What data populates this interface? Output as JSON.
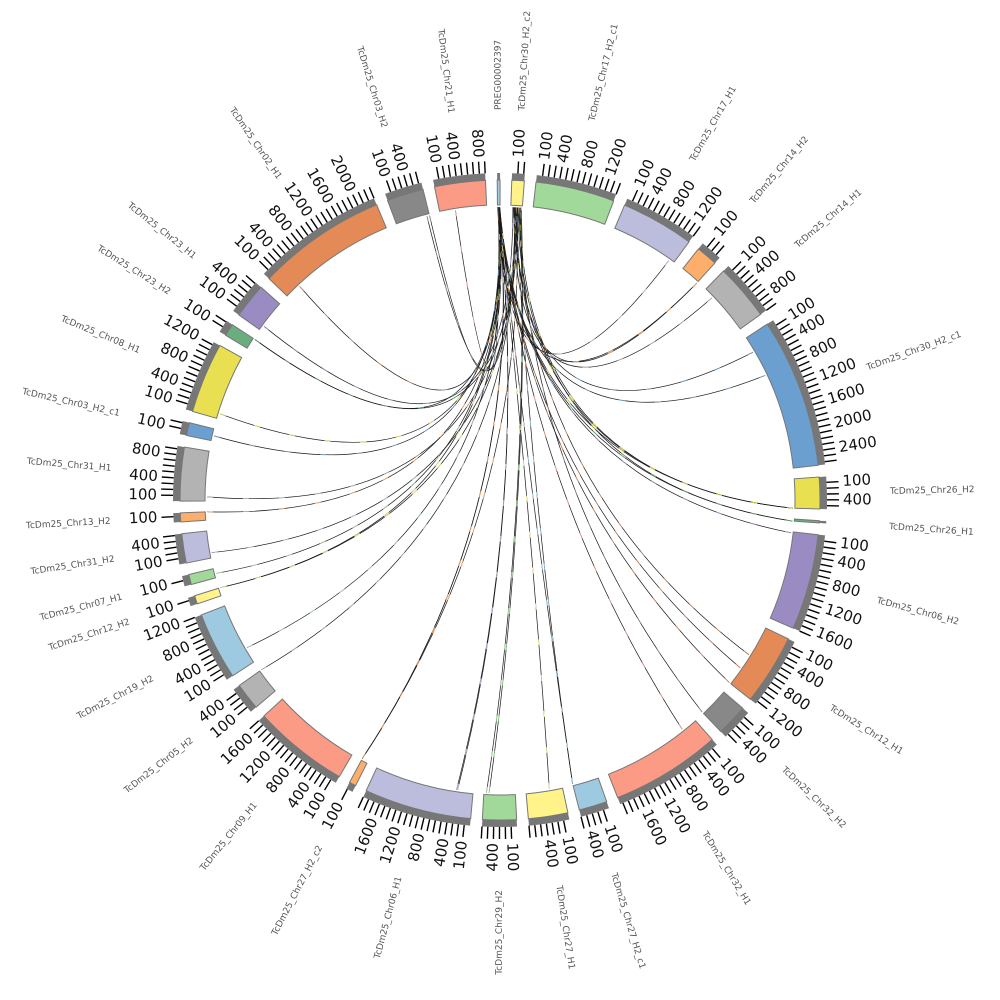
{
  "chart_data": {
    "type": "circos",
    "title": "",
    "tick_step": 100,
    "segments": [
      {
        "name": "PREG00002397",
        "length": 50,
        "color": "#9ecae1"
      },
      {
        "name": "TcDm25_Chr30_H2_c2",
        "length": 220,
        "color": "#fff38a"
      },
      {
        "name": "TcDm25_Chr17_H2_c1",
        "length": 1400,
        "color": "#a1d99b"
      },
      {
        "name": "TcDm25_Chr17_H1",
        "length": 1300,
        "color": "#bcbddc"
      },
      {
        "name": "TcDm25_Chr14_H2",
        "length": 380,
        "color": "#fdae6b"
      },
      {
        "name": "TcDm25_Chr14_H1",
        "length": 1000,
        "color": "#b3b3b3"
      },
      {
        "name": "TcDm25_Chr30_H2_c1",
        "length": 2650,
        "color": "#6a9fcf"
      },
      {
        "name": "TcDm25_Chr26_H2",
        "length": 560,
        "color": "#e8e050"
      },
      {
        "name": "TcDm25_Chr26_H1",
        "length": 40,
        "color": "#6aae7f"
      },
      {
        "name": "TcDm25_Chr06_H2",
        "length": 1700,
        "color": "#9a8cc2"
      },
      {
        "name": "TcDm25_Chr12_H1",
        "length": 1250,
        "color": "#e48a56"
      },
      {
        "name": "TcDm25_Chr32_H2",
        "length": 560,
        "color": "#888888"
      },
      {
        "name": "TcDm25_Chr32_H1",
        "length": 1950,
        "color": "#fb9a85"
      },
      {
        "name": "TcDm25_Chr27_H2_c1",
        "length": 500,
        "color": "#9ecae1"
      },
      {
        "name": "TcDm25_Chr27_H1",
        "length": 700,
        "color": "#fff38a"
      },
      {
        "name": "TcDm25_Chr29_H2",
        "length": 600,
        "color": "#a1d99b"
      },
      {
        "name": "TcDm25_Chr06_H1",
        "length": 1900,
        "color": "#bcbddc"
      },
      {
        "name": "TcDm25_Chr27_H2_c2",
        "length": 120,
        "color": "#fdae6b"
      },
      {
        "name": "TcDm25_Chr09_H1",
        "length": 1700,
        "color": "#fb9a85"
      },
      {
        "name": "TcDm25_Chr05_H2",
        "length": 480,
        "color": "#b3b3b3"
      },
      {
        "name": "TcDm25_Chr19_H2",
        "length": 1200,
        "color": "#9ecae1"
      },
      {
        "name": "TcDm25_Chr12_H2",
        "length": 150,
        "color": "#fff38a"
      },
      {
        "name": "TcDm25_Chr07_H1",
        "length": 180,
        "color": "#a1d99b"
      },
      {
        "name": "TcDm25_Chr31_H2",
        "length": 520,
        "color": "#bcbddc"
      },
      {
        "name": "TcDm25_Chr13_H2",
        "length": 160,
        "color": "#fdae6b"
      },
      {
        "name": "TcDm25_Chr31_H1",
        "length": 950,
        "color": "#b3b3b3"
      },
      {
        "name": "TcDm25_Chr03_H2_c1",
        "length": 230,
        "color": "#6a9fcf"
      },
      {
        "name": "TcDm25_Chr08_H1",
        "length": 1250,
        "color": "#e8e050"
      },
      {
        "name": "TcDm25_Chr23_H2",
        "length": 220,
        "color": "#6aae7f"
      },
      {
        "name": "TcDm25_Chr23_H1",
        "length": 620,
        "color": "#9a8cc2"
      },
      {
        "name": "TcDm25_Chr02_H1",
        "length": 2300,
        "color": "#e48a56"
      },
      {
        "name": "TcDm25_Chr03_H2",
        "length": 650,
        "color": "#888888"
      },
      {
        "name": "TcDm25_Chr21_H1",
        "length": 900,
        "color": "#fb9a85"
      }
    ],
    "links": [
      [
        31,
        1800,
        0,
        20
      ],
      [
        31,
        600,
        1,
        100
      ],
      [
        32,
        300,
        0,
        30
      ],
      [
        30,
        300,
        0,
        25
      ],
      [
        29,
        100,
        1,
        40
      ],
      [
        28,
        900,
        0,
        15
      ],
      [
        28,
        300,
        1,
        150
      ],
      [
        27,
        100,
        0,
        35
      ],
      [
        26,
        100,
        0,
        10
      ],
      [
        25,
        80,
        1,
        80
      ],
      [
        24,
        300,
        0,
        40
      ],
      [
        23,
        100,
        1,
        120
      ],
      [
        22,
        80,
        0,
        20
      ],
      [
        21,
        900,
        0,
        30
      ],
      [
        21,
        200,
        1,
        90
      ],
      [
        20,
        300,
        0,
        25
      ],
      [
        19,
        1200,
        1,
        60
      ],
      [
        17,
        1600,
        0,
        20
      ],
      [
        17,
        1300,
        0,
        28
      ],
      [
        17,
        1100,
        1,
        110
      ],
      [
        16,
        300,
        0,
        15
      ],
      [
        16,
        320,
        0,
        20
      ],
      [
        15,
        500,
        1,
        200
      ],
      [
        15,
        550,
        1,
        180
      ],
      [
        14,
        250,
        0,
        10
      ],
      [
        13,
        1500,
        1,
        100
      ],
      [
        13,
        900,
        0,
        35
      ],
      [
        12,
        300,
        0,
        40
      ],
      [
        11,
        700,
        1,
        150
      ],
      [
        10,
        1300,
        0,
        20
      ],
      [
        10,
        900,
        0,
        30
      ],
      [
        10,
        600,
        1,
        70
      ],
      [
        9,
        20,
        0,
        15
      ],
      [
        8,
        200,
        1,
        130
      ],
      [
        8,
        400,
        0,
        25
      ],
      [
        7,
        2500,
        1,
        50
      ],
      [
        7,
        2000,
        0,
        45
      ],
      [
        7,
        1500,
        1,
        170
      ],
      [
        6,
        300,
        1,
        100
      ],
      [
        6,
        800,
        0,
        30
      ],
      [
        4,
        1200,
        1,
        200
      ],
      [
        4,
        400,
        0,
        10
      ],
      [
        3,
        1200,
        0,
        5
      ],
      [
        5,
        200,
        1,
        60
      ],
      [
        33,
        300,
        1,
        20
      ]
    ]
  }
}
